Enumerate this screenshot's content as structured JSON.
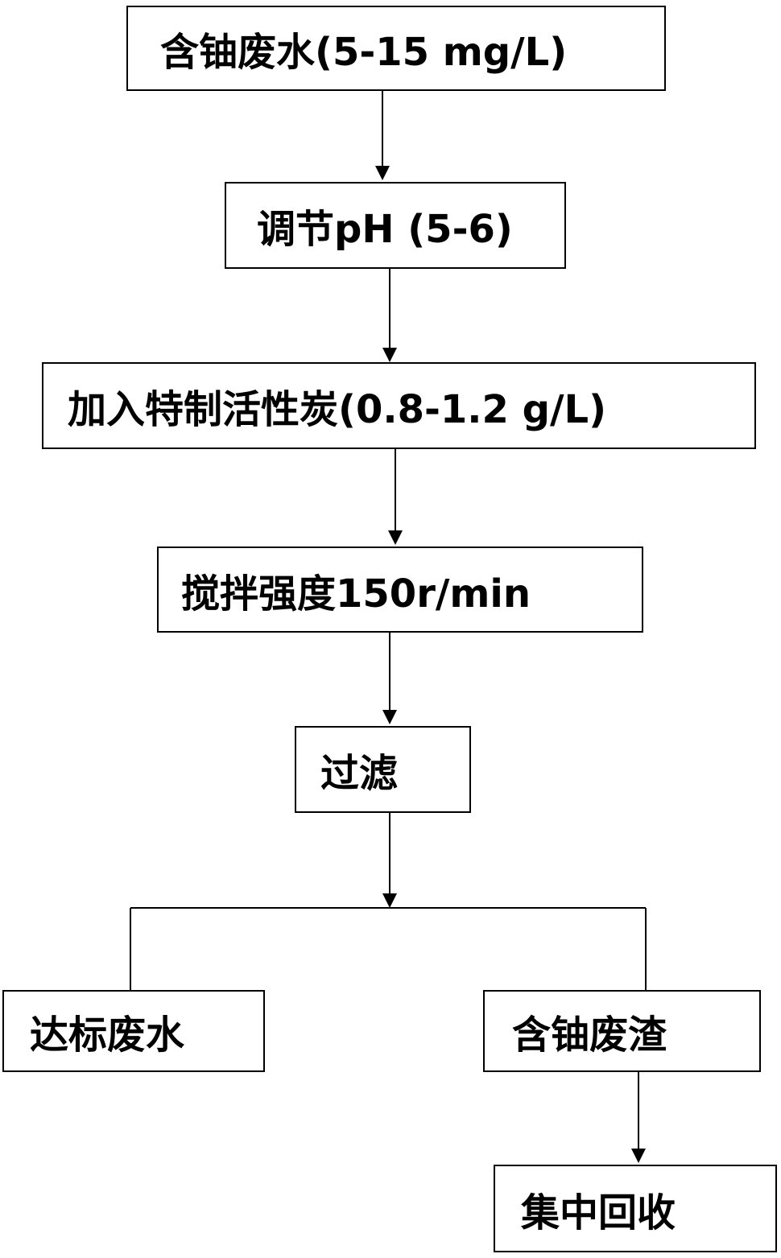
{
  "diagram": {
    "nodes": {
      "wastewater_input": "含铀废水(5-15 mg/L)",
      "adjust_ph": "调节pH (5-6)",
      "add_carbon": "加入特制活性炭(0.8-1.2 g/L)",
      "stirring": "搅拌强度150r/min",
      "filtration": "过滤",
      "compliant_water": "达标废水",
      "uranium_residue": "含铀废渣",
      "centralized_recovery": "集中回收"
    },
    "edges": [
      [
        "wastewater_input",
        "adjust_ph"
      ],
      [
        "adjust_ph",
        "add_carbon"
      ],
      [
        "add_carbon",
        "stirring"
      ],
      [
        "stirring",
        "filtration"
      ],
      [
        "filtration",
        "compliant_water"
      ],
      [
        "filtration",
        "uranium_residue"
      ],
      [
        "uranium_residue",
        "centralized_recovery"
      ]
    ],
    "colors": {
      "line": "#000000",
      "box_border": "#000000",
      "background": "#ffffff",
      "text": "#000000"
    }
  }
}
